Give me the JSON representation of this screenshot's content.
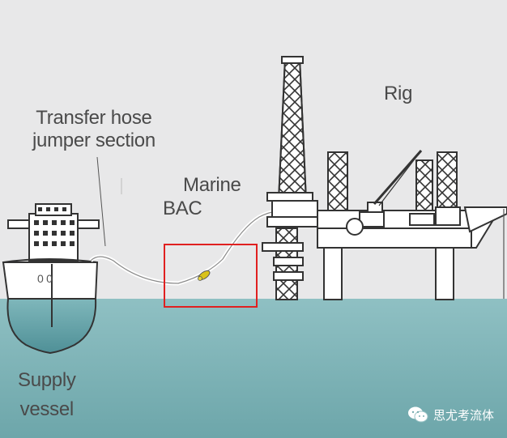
{
  "labels": {
    "transfer_hose_line1": "Transfer hose",
    "transfer_hose_line2": "jumper section",
    "marine": "Marine",
    "bac": "BAC",
    "rig": "Rig",
    "supply_line1": "Supply",
    "supply_line2": "vessel",
    "ship_number": "0 0"
  },
  "watermark": {
    "text": "思尤考流体",
    "icon": "wechat-icon"
  },
  "colors": {
    "sky": "#e8e8e9",
    "sea": "#8bbcbf",
    "hull_under_water": "#6ea7ad",
    "structure_outline": "#333333",
    "highlight_box": "#e02020",
    "connector": "#d9c21a"
  }
}
